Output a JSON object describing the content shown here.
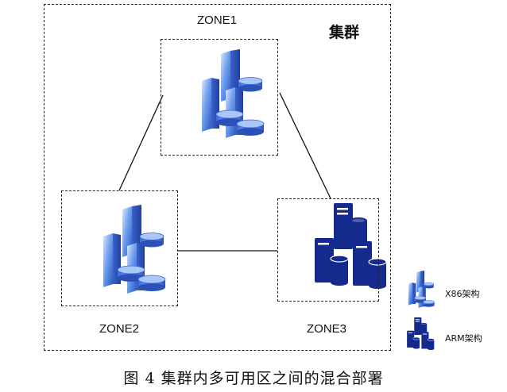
{
  "cluster": {
    "label": "集群"
  },
  "zones": [
    {
      "label": "ZONE1",
      "arch": "x86"
    },
    {
      "label": "ZONE2",
      "arch": "x86"
    },
    {
      "label": "ZONE3",
      "arch": "arm"
    }
  ],
  "legend": [
    {
      "label": "X86架构",
      "icon": "x86-server-icon"
    },
    {
      "label": "ARM架构",
      "icon": "arm-server-icon"
    }
  ],
  "caption": "图 4 集群内多可用区之间的混合部署",
  "colors": {
    "x86_blue": "#4a7ee0",
    "arm_navy": "#142a8c"
  }
}
